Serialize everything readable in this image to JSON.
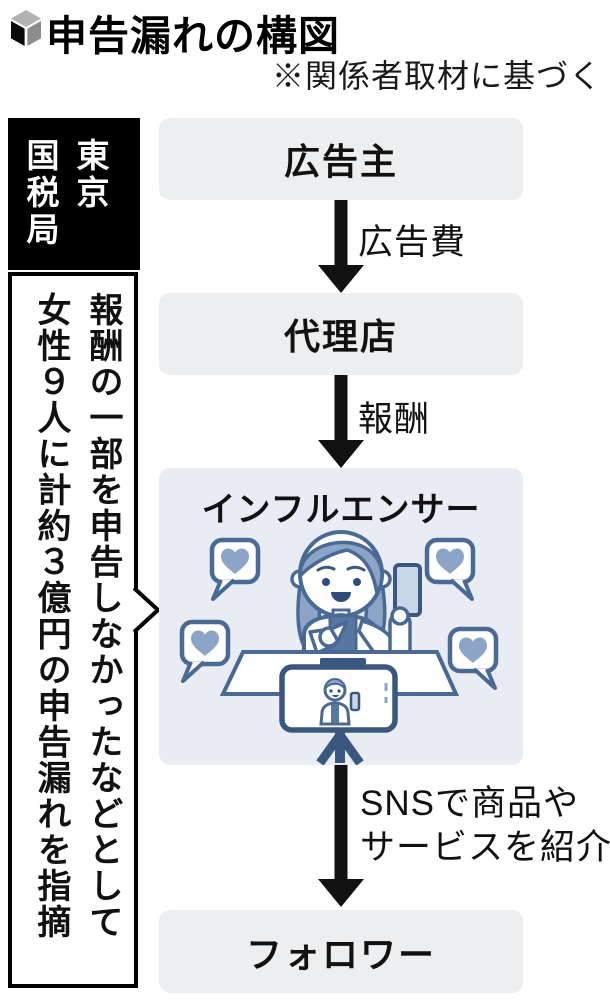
{
  "header": {
    "title": "申告漏れの構図",
    "source_note": "※関係者取材に基づく"
  },
  "left_panel": {
    "bureau_lines": [
      "東京",
      "国税局"
    ],
    "finding_lines": [
      "報酬の一部を申告しなかったなどとして",
      "女性９人に計約３億円の申告漏れを指摘"
    ]
  },
  "flow": {
    "boxes": [
      {
        "label": "広告主"
      },
      {
        "label": "代理店"
      },
      {
        "label": "インフルエンサー"
      },
      {
        "label": "フォロワー"
      }
    ],
    "arrows": [
      {
        "label": "広告費"
      },
      {
        "label": "報酬"
      },
      {
        "label_lines": [
          "SNSで商品や",
          "サービスを紹介"
        ]
      }
    ]
  },
  "icons": {
    "title_bullet": "cube-icon",
    "speech_bubbles": "heart-speech-bubble-icon",
    "illustration": "influencer-filming-herself",
    "callout": "callout-pointer-icon"
  },
  "colors": {
    "outline_blue": "#4a6a96",
    "fill_blue": "#8ca4c6",
    "dark_blue": "#3a587f",
    "shirt_blue": "#56779f",
    "phone_light_blue": "#c8d6e8",
    "box_gray": "#eceef0",
    "influencer_box_gray": "#e9ecf2",
    "arrow_black": "#111111",
    "panel_black": "#000000"
  }
}
